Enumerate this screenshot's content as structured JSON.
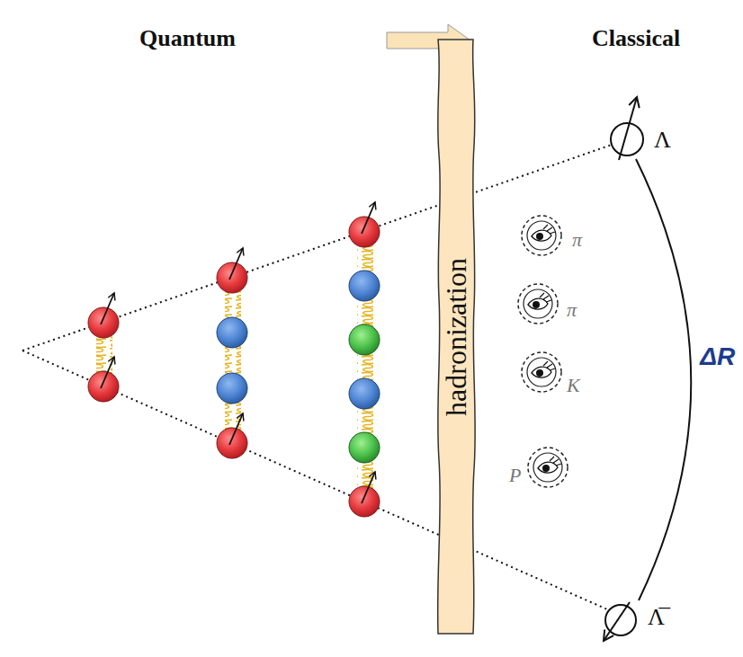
{
  "diagram": {
    "nodes": [
      {
        "text": [
          "hadronization"
        ]
      },
      {
        "text": [
          "Λ"
        ]
      },
      {
        "text": [
          "π"
        ]
      },
      {
        "text": [
          "π"
        ]
      },
      {
        "text": [
          "K"
        ]
      },
      {
        "text": [
          "P"
        ]
      },
      {
        "text": [
          "Λ̅"
        ]
      }
    ],
    "edges": [
      {
        "from": 1,
        "to": 6,
        "arrow": "none",
        "label": "ΔR"
      }
    ],
    "labels": [
      "Quantum",
      "Classical"
    ]
  }
}
